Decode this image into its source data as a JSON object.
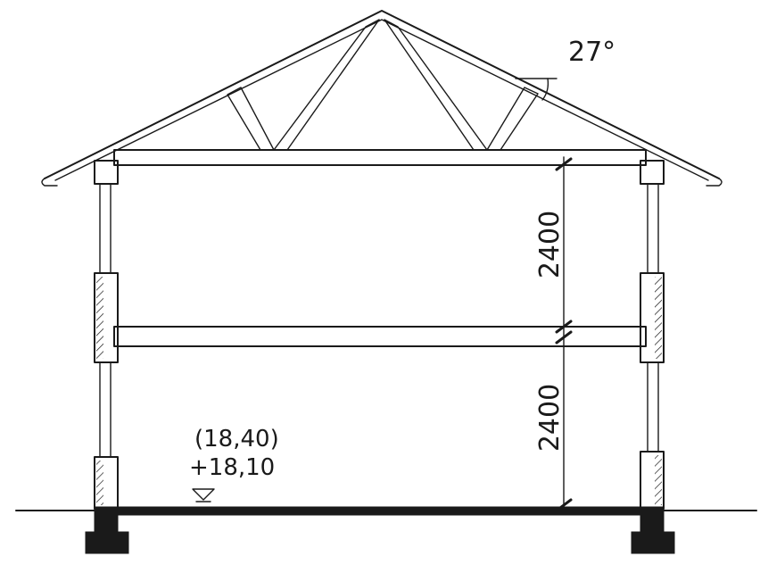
{
  "drawing": {
    "roof_angle": "27°",
    "upper_height": "2400",
    "lower_height": "2400",
    "level_finished": "(18,40)",
    "level_structural": "+18,10"
  },
  "colors": {
    "ink": "#1a1a1a",
    "paper": "#ffffff"
  }
}
